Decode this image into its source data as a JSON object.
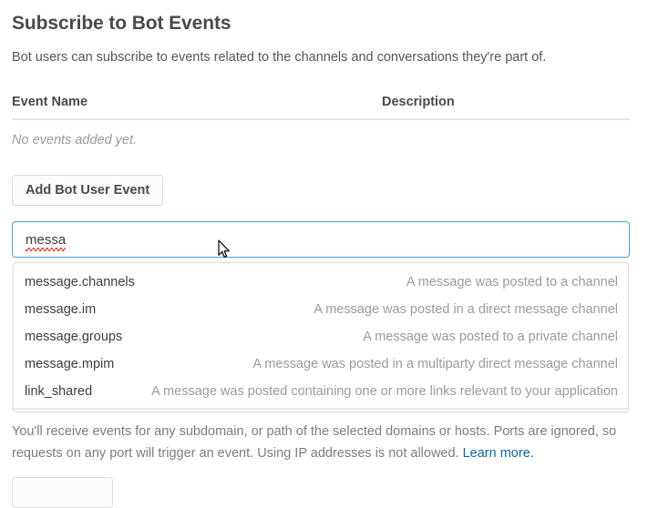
{
  "header": {
    "title": "Subscribe to Bot Events",
    "subtitle": "Bot users can subscribe to events related to the channels and conversations they're part of."
  },
  "events_table": {
    "columns": {
      "event_name": "Event Name",
      "description": "Description"
    },
    "empty_message": "No events added yet."
  },
  "actions": {
    "add_bot_user_event": "Add Bot User Event"
  },
  "search": {
    "value": "messa",
    "placeholder": ""
  },
  "dropdown": {
    "items": [
      {
        "name": "message.channels",
        "description": "A message was posted to a channel"
      },
      {
        "name": "message.im",
        "description": "A message was posted in a direct message channel"
      },
      {
        "name": "message.groups",
        "description": "A message was posted to a private channel"
      },
      {
        "name": "message.mpim",
        "description": "A message was posted in a multiparty direct message channel"
      },
      {
        "name": "link_shared",
        "description": "A message was posted containing one or more links relevant to your application"
      }
    ]
  },
  "footer": {
    "note": "You'll receive events for any subdomain, or path of the selected domains or hosts. Ports are ignored, so requests on any port will trigger an event. Using IP addresses is not allowed. ",
    "link_label": "Learn more."
  },
  "colors": {
    "accent_focus": "#4a9fe0",
    "link": "#1264a3",
    "spellcheck": "#e8453c",
    "text_primary": "#4a4a4a",
    "text_muted": "#9b9b9b"
  }
}
